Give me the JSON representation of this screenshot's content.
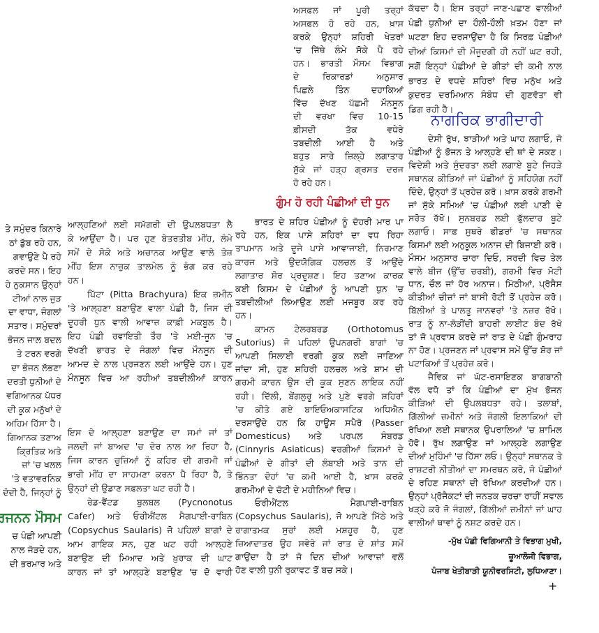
{
  "colors": {
    "heading_green": "#1e7a2e",
    "heading_red": "#b3202f",
    "heading_blue": "#23309a"
  },
  "col_a": {
    "top": {
      "paragraphs": [
        [
          "ਤੇ ਸਮੁੰਦਰ ਕਿਨਾਰੇ",
          "ਠਾਂ ਡੁੱਬ ਰਹੇ ਹਨ,",
          "ਗਵਾਉਣੇ ਪੈ ਰਹੇ",
          "ਕਰਦੇ ਸਨ। ਇਹ",
          "ਹੇ ਨੁਕਸਾਨ ਉਨ੍ਹਾਂ",
          "ਟੀਆਂ ਨਾਲ ਜੁੜ",
          "ਦਾ ਵਾਧਾ, ਜੰਗਲਾਂ",
          "ਸਤਾਰ। ਸਮੁੰਦਰਾਂ",
          "ਭੋਜਨ ਜਾਲ ਬਦਲ",
          "ਤੇ ਟਰਨ ਵਰਗੇ",
          "ਦਾ ਭੋਜਨ ਲੱਭਣਾ",
          "ਦਰਤੀ ਧੁਨੀਆਂ ਦੇ",
          "ਵਗਿਆਨਕ ਪੱਧਰ",
          "ਦੀ ਕੂਕ ਮਨੁੱਖਾਂ ਦੇ",
          "ਅਹਿਮ ਹਿੱਸਾ ਹੈ।",
          "ਗਿਆਨਕ ਤਣਾਅ",
          "ਕ੍ਰਿਤਿਕ ਅਤੇ",
          "ਜ਼ਾਂ 'ਚ ਖਲਲ",
          "'ਤੇ ਵਤਾਵਰਨਿਕ",
          "ਦੰਦੀ ਹੈ, ਜਿਨ੍ਹਾਂ ਨੂੰ"
        ]
      ]
    },
    "heading": "ਪ੍ਰਜਨਨ ਮੌਸਮ",
    "bottom": {
      "paragraphs": [
        [
          "ਚ ਪੰਛੀ ਆਪਣੀ",
          "ਨਾਲ ਜੋੜਦੇ ਹਨ,",
          "ਦੀ ਭਰਮਾਰ ਅਤੇ"
        ]
      ]
    }
  },
  "col_b": {
    "top": {
      "paragraphs": [
        [
          "ਆਲ੍ਹਣਿਆਂ ਲਈ ਸਮੱਗਰੀ ਦੀ ਉਪਲਬਧਤਾ ਲੈ",
          "ਕੇ ਆਉਂਦਾ ਹੈ। ਪਰ ਹੁਣ ਬੇਤਰਤੀਬ ਮੀਂਹ, ਲੰਮੇ",
          "ਸਮੇਂ ਦੇ ਸੋਕੇ ਅਤੇ ਅਚਾਨਕ ਆਉਣ ਵਾਲੇ ਤੇਜ਼",
          "ਮੀਂਹ ਇਸ ਨਾਜ਼ੁਕ ਤਾਲਮੇਲ ਨੂੰ ਭੰਗ ਕਰ ਰਹੇ",
          "ਹਨ।"
        ],
        [
          "ਪਿੱਟਾ (Pitta Brachyura) ਇਕ ਜ਼ਮੀਨ",
          "'ਤੇ ਆਲ੍ਹਣਾ ਬਣਾਉਣ ਵਾਲਾ ਪੰਛੀ ਹੈ, ਜਿਸ ਦੀ",
          "ਦੂਹਰੀ ਧੁਨ ਵਾਲੀ ਆਵਾਜ਼ ਕਾਫ਼ੀ ਮਕਬੂਲ ਹੈ।",
          "ਇਹ ਪੰਛੀ ਰਵਾਇਤੀ ਤੌਰ 'ਤੇ ਮਈ-ਜੂਨ 'ਚ",
          "ਦੱਖਣੀ ਭਾਰਤ ਦੇ ਜੰਗਲਾਂ ਵਿਚ ਮੌਨਸੂਨ ਦੀ",
          "ਆਮਦ ਦੇ ਨਾਲ ਪ੍ਰਜਣਨ ਲਈ ਆਉਂਦੇ ਹਨ। ਹੁਣ",
          "ਮੌਨਸੂਨ ਵਿਚ ਆ ਰਹੀਆਂ ਤਬਦੀਲੀਆਂ ਕਾਰਨ"
        ]
      ]
    },
    "bottom": {
      "paragraphs": [
        [
          "ਇਸ ਦੇ ਆਲ੍ਹਣਾ ਬਣਾਉਣ ਦਾ ਸਮਾਂ ਜਾਂ ਤਾਂ",
          "ਜਲਦੀ ਜਾਂ ਬਾਅਦ 'ਚ ਦੇਰ ਨਾਲ ਆ ਰਿਹਾ ਹੈ,",
          "ਜਿਸ ਕਾਰਨ ਚੂਜ਼ਿਆਂ ਨੂੰ ਕਹਿਰ ਦੀ ਗਰਮੀ ਜਾਂ",
          "ਭਾਰੀ ਮੀਂਹ ਦਾ ਸਾਹਮਣਾ ਕਰਨਾ ਪੈ ਰਿਹਾ ਹੈ, ਤੇ",
          "ਉਨ੍ਹਾਂ ਦੀ ਉਡਾਣ ਸਫ਼ਲਤਾ ਘਟ ਰਹੀ ਹੈ।"
        ],
        [
          "ਰੇਡ-ਵੈਂਟਡ ਬੁਲਬਲ (Pycnonotus",
          "Cafer) ਅਤੇ ਓਰੀਐਂਟਲ ਮੈਗਪਾਈ-ਰਾਬਿਨ",
          "(Copsychus Saularis) ਜੋ ਪਹਿਲਾਂ ਬਾਗਾਂ ਦੇ",
          "ਆਮ ਗਾਇਕ ਸਨ, ਹੁਣ ਘਟ ਰਹੀ ਆਲ੍ਹਣੇ",
          "ਬਣਾਉਣ ਦੀ ਮਿਆਦ ਅਤੇ ਖ਼ੁਰਾਕ ਦੀ ਘਾਟ",
          "ਕਾਰਨ ਜਾਂ ਤਾਂ ਆਲ੍ਹਣੇ ਬਣਾਉਣ 'ਚ ਦੋ ਵਾਰੀ"
        ]
      ]
    }
  },
  "col_c": {
    "top": {
      "paragraphs": [
        [
          "ਅਸਫ਼ਲ ਜਾਂ ਪੂਰੀ ਤਰ੍ਹਾਂ",
          "ਅਸਫ਼ਲ ਹੋ ਰਹੇ ਹਨ, ਖ਼ਾਸ",
          "ਕਰਕੇ ਉਨ੍ਹਾਂ ਸ਼ਹਿਰੀ ਖੇਤਰਾਂ",
          "'ਚ ਜਿੱਥੇ ਲੰਮੇ ਸੋਕੇ ਪੈ ਰਹੇ",
          "ਹਨ। ਭਾਰਤੀ ਮੌਸਮ ਵਿਭਾਗ",
          "ਦੇ ਰਿਕਾਰਡਾਂ ਅਨੁਸਾਰ",
          "ਪਿਛਲੇ ਤਿੰਨ ਦਹਾਕਿਆਂ",
          "ਵਿੱਚ ਦੱਖਣ ਪੱਛਮੀ ਮੌਨਸੂਨ",
          "ਦੀ ਵਰਖਾ ਵਿਚ 10-15",
          "ਫ਼ੀਸਦੀ ਤੱਕ ਵਧੇਰੇ",
          "ਤਬਦੀਲੀ ਆਈ ਹੈ ਅਤੇ",
          "ਬਹੁਤ ਸਾਰੇ ਜ਼ਿਲ੍ਹੇ ਲਗਾਤਾਰ",
          "ਸੁੱਕੇ ਜਾਂ ਹੜ੍ਹ ਗ੍ਰਸਤ ਦਰਜ",
          "ਹੋ ਰਹੇ ਹਨ।"
        ]
      ]
    },
    "heading": "ਗੁੰਮ ਹੋ ਰਹੀ ਪੰਛੀਆਂ ਦੀ ਧੁਨ",
    "bottom": {
      "paragraphs": [
        [
          "ਭਾਰਤ ਦੇ ਸ਼ਹਿਰ ਪੰਛੀਆਂ ਨੂੰ ਦੋਹਰੀ ਮਾਰ ਪਾ",
          "ਰਹੇ ਹਨ, ਇਕ ਪਾਸੇ ਸ਼ਹਿਰਾਂ ਦਾ ਵਧ ਰਿਹਾ",
          "ਤਾਪਮਾਨ ਅਤੇ ਦੂਜੇ ਪਾਸੇ ਆਵਾਜਾਈ, ਨਿਰਮਾਣ",
          "ਕਾਰਜ ਅਤੇ ਉਦਯੋਗਿਕ ਹਲਚਲ ਤੋਂ ਆਉਂਦੇ",
          "ਲਗਾਤਾਰ ਸ਼ੋਰ ਪ੍ਰਦੂਸ਼ਣ। ਇਹ ਤਣਾਅ ਕਾਰਕ",
          "ਕਈ ਕਿਸਮ ਦੇ ਪੰਛੀਆਂ ਨੂੰ ਆਪਣੀ ਧੁਨ 'ਚ",
          "ਤਬਦੀਲੀਆਂ ਲਿਆਉਣ ਲਈ ਮਜਬੂਰ ਕਰ ਰਹੇ",
          "ਹਨ।"
        ],
        [
          "ਕਾਮਨ ਟੇਲਰਬਰਡ (Orthotomus",
          "Sutorius) ਜੋ ਪਹਿਲਾਂ ਉਪਨਗਰੀ ਬਾਗਾਂ 'ਚ",
          "ਆਪਣੀ ਸਿਲਾਈ ਵਰਗੀ ਕੂਕ ਲਈ ਜਾਣਿਆ",
          "ਜਾਂਦਾ ਸੀ, ਹੁਣ ਸ਼ਹਿਰੀ ਹਲਚਲ ਅਤੇ ਸ਼ਾਮ ਦੀ",
          "ਗਰਮੀ ਕਾਰਨ ਉਸ ਦੀ ਕੂਕ ਸੁਣਨ ਲਾਇਕ ਨਹੀਂ",
          "ਰਹੀ। ਦਿੱਲੀ, ਬੇਂਗਲੁਰੂ ਅਤੇ ਪੁਣੇ ਵਰਗੇ ਸ਼ਹਿਰਾਂ",
          "'ਚ ਕੀਤੇ ਗਏ ਬਾਇਓਅਕਾਸਟਿਕ ਅਧਿਐਨ",
          "ਦਰਸਾਉਂਦੇ ਹਨ ਕਿ ਹਾਊਸ ਸਪੈਰੋ (Passer",
          "Domesticus) ਅਤੇ ਪਰਪਲ ਸੰਬਰਡ",
          "(Cinnyris Asiaticus) ਵਰਗੀਆਂ ਕਿਸਮਾਂ ਦੇ",
          "ਪੰਛੀਆਂ ਦੇ ਗੀਤਾਂ ਦੀ ਲੰਬਾਈ ਅਤੇ ਤਾਨ ਦੀ",
          "ਭਿੰਨਤਾ ਦੋਹਾਂ 'ਚ ਕਮੀ ਆਈ ਹੈ, ਖ਼ਾਸ ਕਰਕੇ",
          "ਗਰਮੀਆਂ ਦੇ ਚੋਟੀ ਦੇ ਮਹੀਨਿਆਂ ਵਿਚ।"
        ],
        [
          "ਓਰੀਐਂਟਲ ਮੈਗਪਾਈ-ਰਾਬਿਨ",
          "(Copsychus Saularis), ਜੋ ਆਪਣੇ ਮਿੱਠੇ ਅਤੇ",
          "ਰਾਗਾਤਮਕ ਸੁਰਾਂ ਲਈ ਮਸ਼ਹੂਰ ਹੈ, ਹੁਣ",
          "ਜ਼ਿਆਦਾਤਰ ਉਹ ਸਵੇਰੇ ਜਾਂ ਰਾਤ ਦੇ ਸ਼ਾਂਤ ਸਮੇਂ",
          "ਗਾਉਂਦਾ ਹੈ ਤਾਂ ਜੋ ਦਿਨ ਦੀਆਂ ਆਵਾਜ਼ਾਂ ਵਲੋਂ",
          "ਹੋਣ ਵਾਲੀ ਧੁਨੀ ਰੁਕਾਵਟ ਤੋਂ ਬਚ ਸਕੇ।"
        ]
      ]
    }
  },
  "col_d": {
    "top": {
      "paragraphs": [
        [
          "ਕੱਢਦਾ ਹੈ। ਇਸ ਤਰ੍ਹਾਂ ਜਾਣ-ਪਛਾਣ ਵਾਲੀਆਂ",
          "ਪੰਛੀ ਧੁਨੀਆਂ ਦਾ ਹੌਲੀ-ਹੌਲੀ ਖ਼ਤਮ ਹੋਣਾ ਜਾਂ",
          "ਘਟਣਾ ਇਹ ਦਰਸਾਉਂਦਾ ਹੈ ਕਿ ਸਿਰਫ਼ ਪੰਛੀਆਂ",
          "ਦੀਆਂ ਕਿਸਮਾਂ ਦੀ ਮੌਜੂਦਗੀ ਹੀ ਨਹੀਂ ਘਟ ਰਹੀ,",
          "ਸਗੋਂ ਇਨ੍ਹਾਂ ਪੰਛੀਆਂ ਦੇ ਗੀਤਾਂ ਦੀ ਕਮੀ ਨਾਲ",
          "ਭਾਰਤ ਦੇ ਵਧਦੇ ਸ਼ਹਿਰਾਂ ਵਿਚ ਮਨੁੱਖ ਅਤੇ",
          "ਕੁਦਰਤ ਦਰਮਿਆਨ ਸੰਬੰਧ ਦੀ ਗੁਣਵੱਤਾ ਵੀ",
          "ਡਿਗ ਰਹੀ ਹੈ।"
        ]
      ]
    },
    "heading": "ਨਾਗਰਿਕ ਭਾਗੀਦਾਰੀ",
    "bottom": {
      "paragraphs": [
        [
          "ਦੇਸੀ ਰੁੱਖ, ਝਾੜੀਆਂ ਅਤੇ ਘਾਹ ਲਗਾਓ, ਜੋ",
          "ਪੰਛੀਆਂ ਨੂੰ ਭੋਜਨ ਤੇ ਆਲ੍ਹਣੇ ਦੀ ਥਾਂ ਦੇ ਸਕਣ।",
          "ਵਿਦੇਸ਼ੀ ਅਤੇ ਸੁੰਦਰਤਾ ਲਈ ਲਗਾਏ ਬੂਟੇ ਜਿਹੜੇ",
          "ਸਥਾਨਕ ਕੀੜਿਆਂ ਜਾਂ ਪੰਛੀਆਂ ਨੂੰ ਸਹਿਯੋਗ ਨਹੀਂ",
          "ਦਿੰਦੇ, ਉਨ੍ਹਾਂ ਤੋਂ ਪ੍ਰਹੇਜ਼ ਕਰੋ। ਖ਼ਾਸ ਕਰਕੇ ਗਰਮੀ",
          "ਜਾਂ ਸੁੱਕੇ ਸਮਿਆਂ 'ਚ ਪੰਛੀਆਂ ਲਈ ਪਾਣੀ ਦੇ",
          "ਸਰੋਤ ਰੱਖੋ। ਸੁਨਬਰਡ ਲਈ ਫੁੱਲਦਾਰ ਬੂਟੇ",
          "ਲਗਾਓ। ਸਾਫ਼ ਸੁਥਰੇ ਫੀਡਰਾਂ 'ਚ ਸਥਾਨਕ",
          "ਕਿਸਮਾਂ ਲਈ ਅਨੁਕੂਲ ਅਨਾਜ ਦੀ ਬਿਜਾਈ ਕਰੋ।",
          "ਮੌਸਮ ਅਨੁਸਾਰ ਚਾਰਾ ਦਿਓ, ਸਰਦੀ ਵਿਚ ਤੇਲ",
          "ਵਾਲੇ ਬੀਜ (ਉੱਚ ਚਰਬੀ), ਗਰਮੀ ਵਿਚ ਮੋਟੀ",
          "ਧਾਨ, ਚੌਲ ਜਾਂ ਹੋਰ ਅਨਾਜ। ਮਿੱਠੀਆਂ, ਪ੍ਰੋਸੈਸ",
          "ਕੀਤੀਆਂ ਚੀਜ਼ਾਂ ਜਾਂ ਬਾਸੀ ਰੋਟੀ ਤੋਂ ਪ੍ਰਹੇਜ਼ ਕਰੋ।",
          "ਬਿੱਲੀਆਂ ਤੇ ਪਾਲਤੂ ਜਾਨਵਰਾਂ 'ਤੇ ਨਜ਼ਰ ਰੱਖੋ।",
          "ਰਾਤ ਨੂੰ ਨਾ-ਲੋੜੀਂਦੀ ਬਾਹਰੀ ਲਾਈਟ ਬੰਦ ਰੱਖੋ",
          "ਤਾਂ ਜੋ ਪ੍ਰਵਾਸ ਕਰਦੇ ਜਾਂ ਰਾਤ ਦੇ ਪੰਛੀ ਗੁੰਮਰਾਹ",
          "ਨਾ ਹੋਣ। ਪ੍ਰਜਣਨ ਜਾਂ ਪ੍ਰਵਾਸ ਸਮੇਂ ਉੱਚ ਸ਼ੋਰ ਜਾਂ",
          "ਪਟਾਕਿਆਂ ਤੋਂ ਪ੍ਰਹੇਜ਼ ਕਰੋ।"
        ],
        [
          "ਜੈਵਿਕ ਜਾਂ ਘੱਟ-ਰਸਾਇਣਕ ਬਾਗਬਾਨੀ",
          "ਵੱਲ ਵਧੋ ਤਾਂ ਕਿ ਪੰਛੀਆਂ ਦਾ ਮੁੱਖ ਭੋਜਨ",
          "ਕੀੜਿਆਂ ਦੀ ਉਪਲਬਧਤਾ ਰਹੇ। ਤਲਾਬਾਂ,",
          "ਗਿੱਲੀਆਂ ਜ਼ਮੀਨਾਂ ਅਤੇ ਜੰਗਲੀ ਇਲਾਕਿਆਂ ਦੀ",
          "ਰੱਖਿਆ ਲਈ ਸਥਾਨਕ ਉਪਰਾਲਿਆਂ 'ਚ ਸ਼ਾਮਿਲ",
          "ਹੋਵੋ। ਰੁੱਖ ਲਗਾਉਣ ਜਾਂ ਆਲ੍ਹਣੇ ਲਗਾਉਣ",
          "ਦੀਆਂ ਮੁਹਿੰਮਾਂ 'ਚ ਹਿੱਸਾ ਲਓ। ਉਨ੍ਹਾਂ ਸਥਾਨਕ ਤੇ",
          "ਰਾਸ਼ਟਰੀ ਨੀਤੀਆਂ ਦਾ ਸਮਰਥਨ ਕਰੋ, ਜੋ ਪੰਛੀਆਂ",
          "ਦੇ ਰਹਿਣ ਸਥਾਨਾਂ ਦੀ ਰੱਖਿਆ ਕਰਦੀਆਂ ਹਨ।",
          "ਉਨ੍ਹਾਂ ਪ੍ਰੋਜੈਕਟਾਂ ਦੀ ਜਨਤਕ ਚਰਚਾ ਰਾਹੀਂ ਸਵਾਲ",
          "ਖੜ੍ਹੇ ਕਰੋ ਜੋ ਜੰਗਲਾਂ, ਗਿੱਲੀਆਂ ਜ਼ਮੀਨਾਂ ਜਾਂ ਘਾਹ",
          "ਵਾਲੀਆਂ ਥਾਵਾਂ ਨੂੰ ਨਸ਼ਟ ਕਰਦੇ ਹਨ।"
        ]
      ]
    },
    "signature": [
      "-ਮੁੱਖ ਪੰਛੀ ਵਿਗਿਆਨੀ ਤੇ ਵਿਭਾਗ ਮੁਖੀ,",
      "ਜ਼ੂਆਲੋਜੀ ਵਿਭਾਗ,",
      "ਪੰਜਾਬ ਖੇਤੀਬਾੜੀ ਯੂਨੀਵਰਸਿਟੀ, ਲੁਧਿਆਣਾ।"
    ],
    "end_mark": "+"
  }
}
